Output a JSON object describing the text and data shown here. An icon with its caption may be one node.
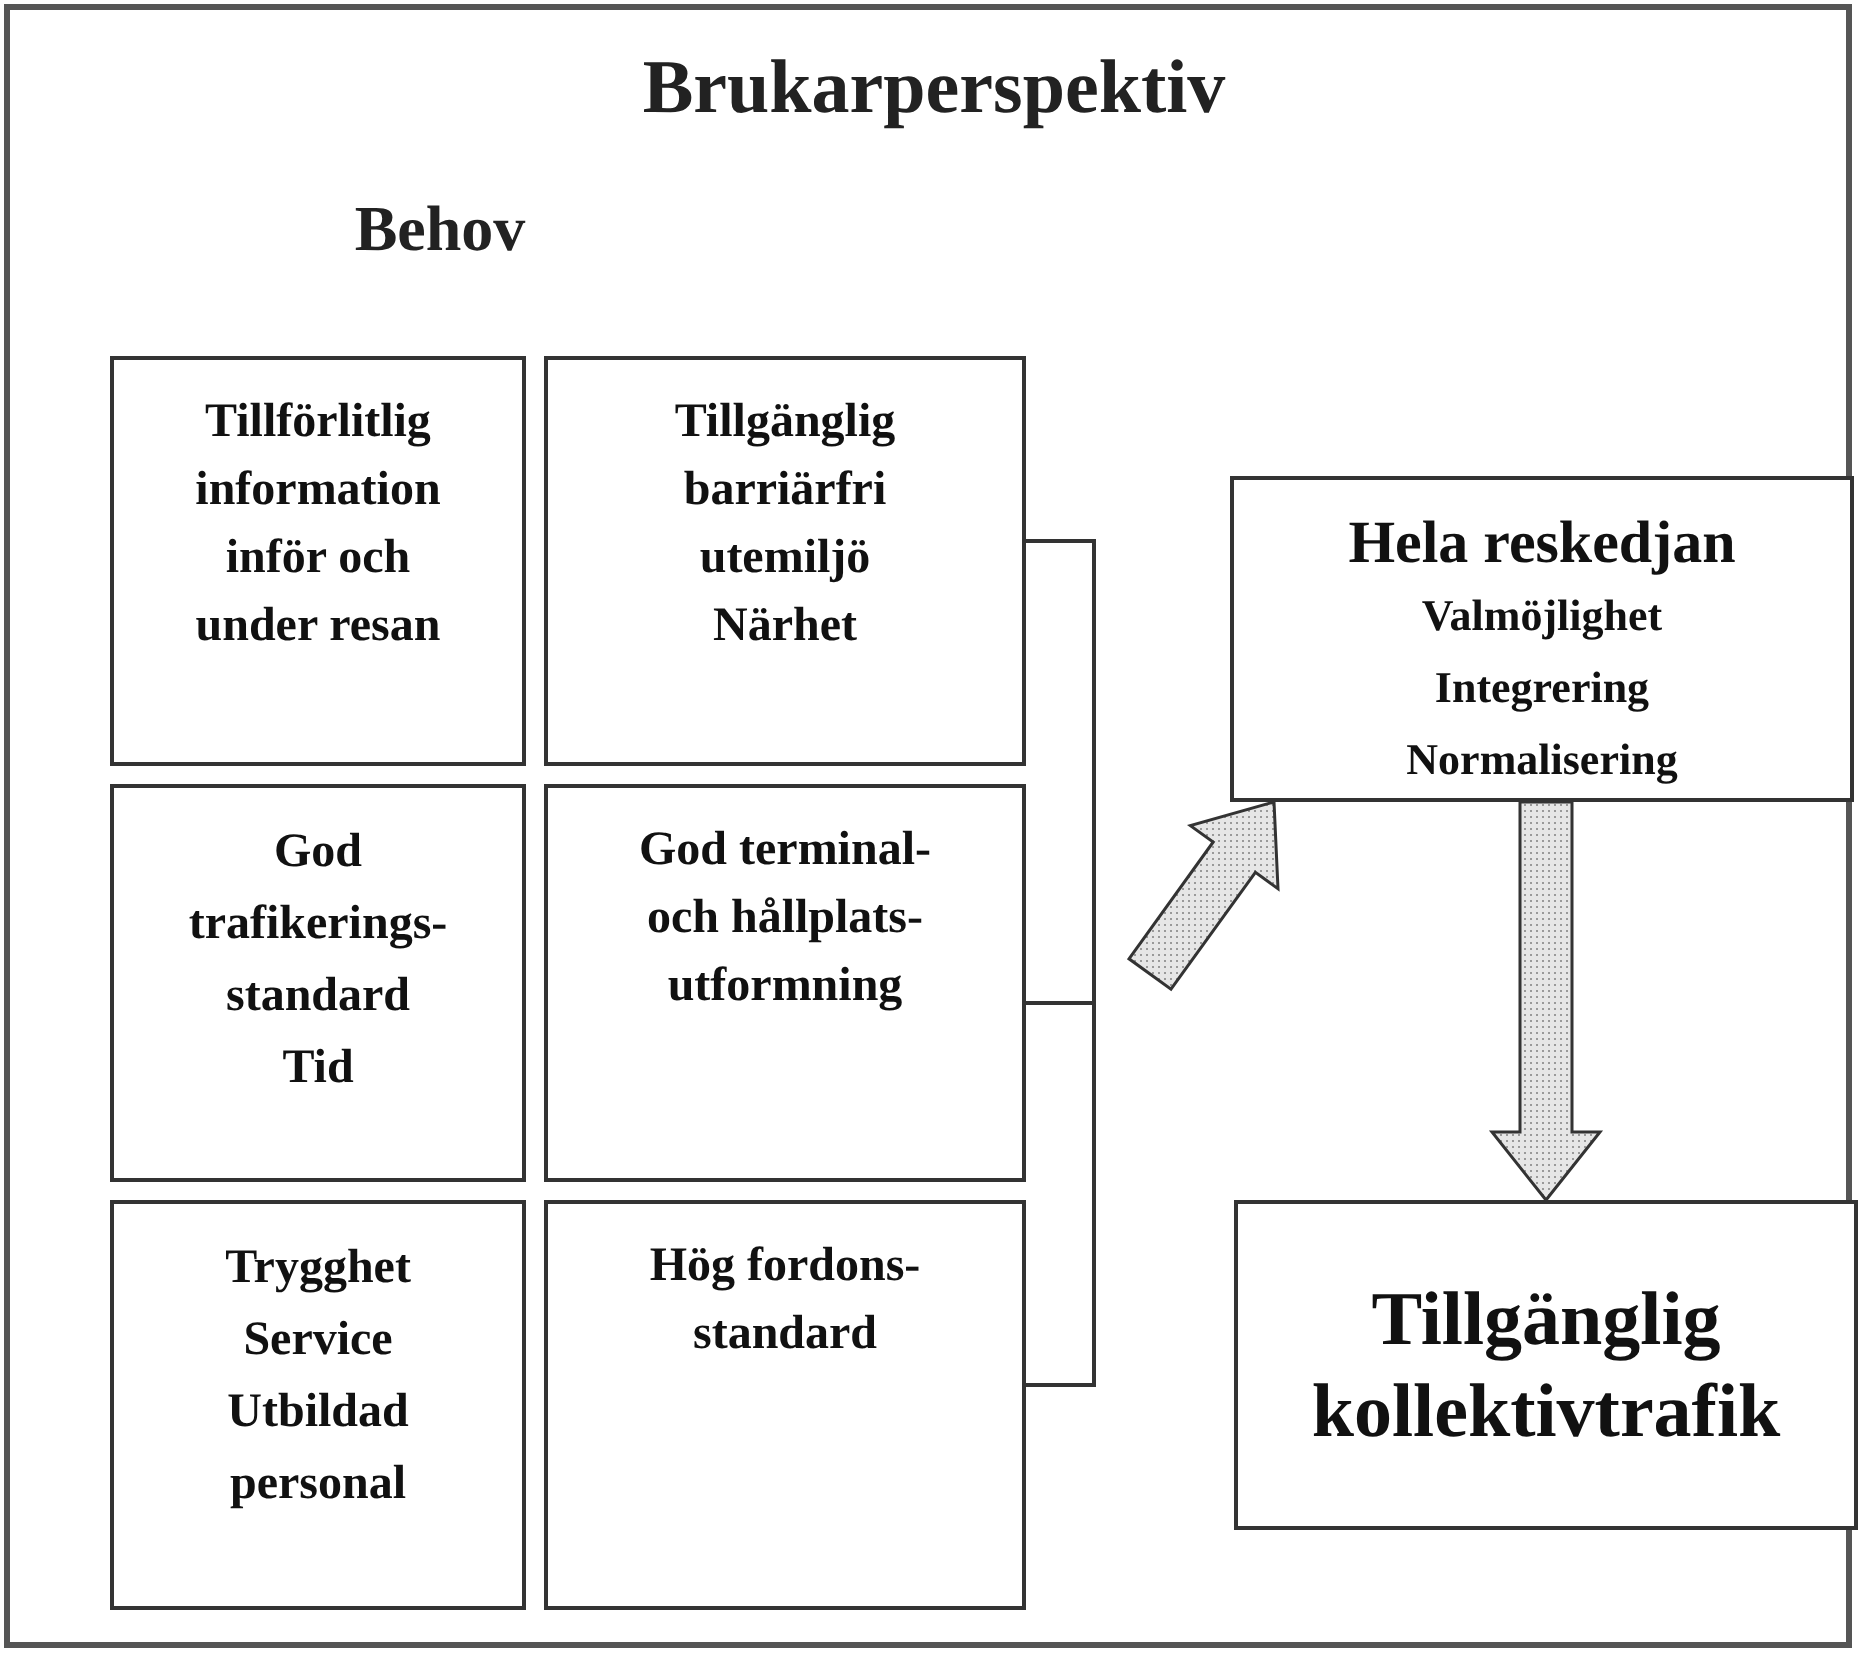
{
  "diagram": {
    "title": "Brukarperspektiv",
    "nodes": [
      {
        "text": [
          "Tillförlitlig information inför och under resan"
        ]
      },
      {
        "text": [
          "Tillgänglig barriärfri utemiljö",
          "Närhet"
        ]
      },
      {
        "text": [
          "God trafikerings-standard",
          "Tid"
        ]
      },
      {
        "text": [
          "God terminal- och hållplats-utformning"
        ]
      },
      {
        "text": [
          "Trygghet",
          "Service",
          "Utbildad personal"
        ]
      },
      {
        "text": [
          "Hög fordons-standard"
        ]
      },
      {
        "text": [
          "Hela reskedjan",
          "Valmöjlighet",
          "Integrering",
          "Normalisering"
        ]
      },
      {
        "text": [
          "Tillgänglig kollektivtrafik"
        ]
      }
    ],
    "edges": [
      {
        "from": 1,
        "to": 3,
        "arrow": "none"
      },
      {
        "from": 5,
        "to": 3,
        "arrow": "none"
      },
      {
        "from": null,
        "to": 6,
        "arrow": "to",
        "style": "thick"
      },
      {
        "from": 6,
        "to": 7,
        "arrow": "to",
        "style": "thick"
      }
    ],
    "labels": [
      "Behov"
    ]
  }
}
